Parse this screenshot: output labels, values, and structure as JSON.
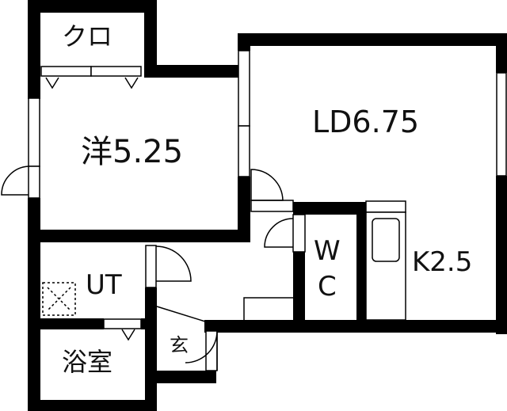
{
  "floorplan": {
    "rooms": [
      {
        "id": "closet",
        "label": "クロ"
      },
      {
        "id": "western-room",
        "label": "洋5.25"
      },
      {
        "id": "living-dining",
        "label": "LD6.75"
      },
      {
        "id": "kitchen",
        "label": "K2.5"
      },
      {
        "id": "toilet",
        "label_line1": "W",
        "label_line2": "C"
      },
      {
        "id": "utility",
        "label": "UT"
      },
      {
        "id": "bathroom",
        "label": "浴室"
      },
      {
        "id": "entrance",
        "label": "玄"
      }
    ],
    "colors": {
      "wall": "#000000",
      "background": "#ffffff"
    }
  }
}
